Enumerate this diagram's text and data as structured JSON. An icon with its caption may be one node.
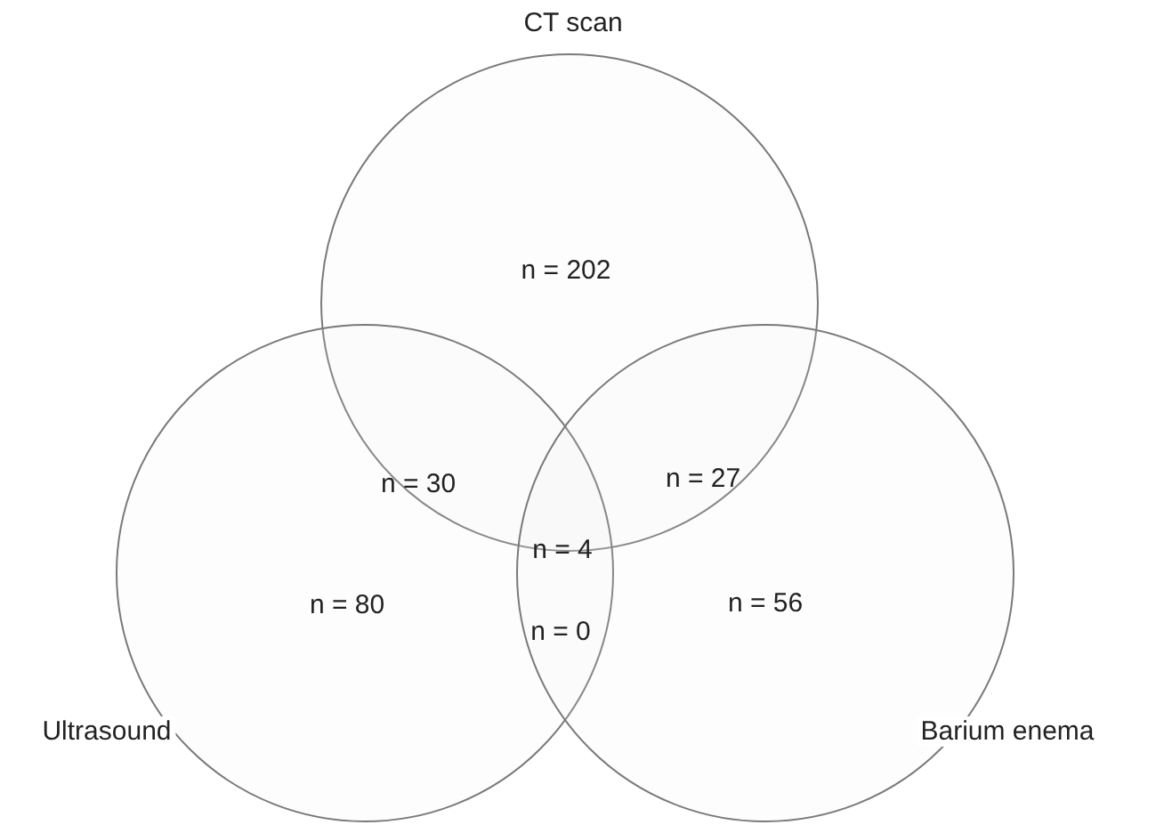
{
  "diagram": {
    "nodes": [
      {
        "text": [
          "CT scan"
        ]
      },
      {
        "text": [
          "Ultrasound"
        ]
      },
      {
        "text": [
          "Barium enema"
        ]
      }
    ],
    "labels": [
      "n = 202",
      "n = 30",
      "n = 27",
      "n = 4",
      "n = 80",
      "n = 56",
      "n = 0"
    ]
  }
}
